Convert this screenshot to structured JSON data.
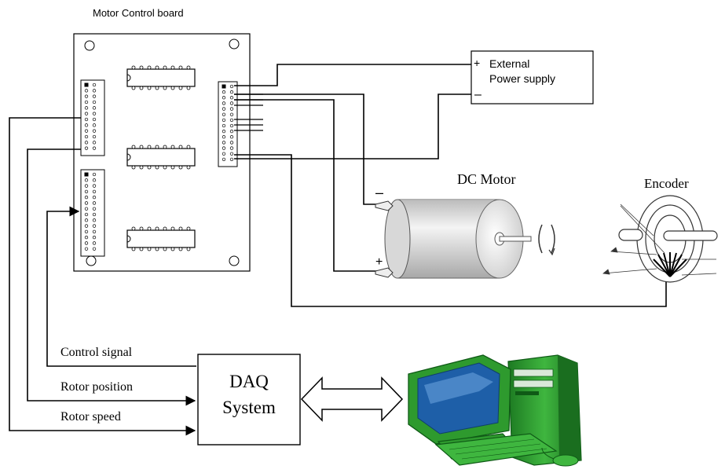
{
  "board": {
    "title": "Motor Control board"
  },
  "power_supply": {
    "plus": "+",
    "line1": "External",
    "line2": "Power supply",
    "minus": "–"
  },
  "motor": {
    "title": "DC Motor",
    "minus": "–",
    "plus": "+"
  },
  "encoder": {
    "title": "Encoder"
  },
  "signals": {
    "control": "Control signal",
    "position": "Rotor position",
    "speed": "Rotor speed"
  },
  "daq": {
    "line1": "DAQ",
    "line2": "System"
  },
  "computer": {},
  "colors": {
    "line": "#000000",
    "computer_green": "#2e9a2e",
    "computer_dark_green": "#0f5a16",
    "screen_blue": "#1e5fa8"
  }
}
